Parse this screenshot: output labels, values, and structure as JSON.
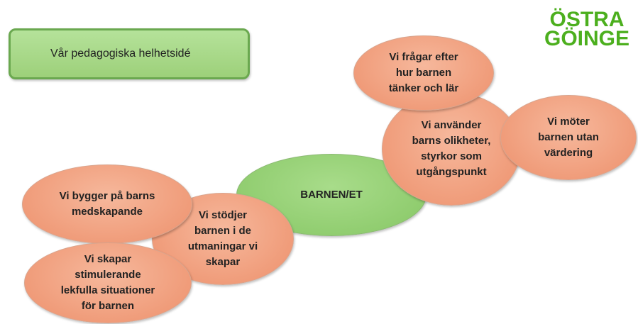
{
  "header": {
    "title": "Vår pedagogiska helhetsidé"
  },
  "logo": {
    "line1": "ÖSTRA",
    "line2": "GÖINGE"
  },
  "center": {
    "label": "BARNEN/ET"
  },
  "bubbles": {
    "fragar": "Vi frågar efter\nhur barnen\ntänker och lär",
    "anvander": "Vi använder\nbarns olikheter,\nstyrkor som\nutgångspunkt",
    "moter": "Vi möter\nbarnen utan\nvärdering",
    "bygger": "Vi bygger på barns\nmedskapande",
    "stodjer": "Vi stödjer\nbarnen i de\nutmaningar vi\nskapar",
    "skapar": "Vi skapar\nstimulerande\nlekfulla situationer\nför barnen"
  },
  "colors": {
    "bubble_fill": "#f09c7a",
    "center_fill": "#8fcc6e",
    "header_fill": "#9dd07a",
    "logo_green": "#4caf1e"
  }
}
